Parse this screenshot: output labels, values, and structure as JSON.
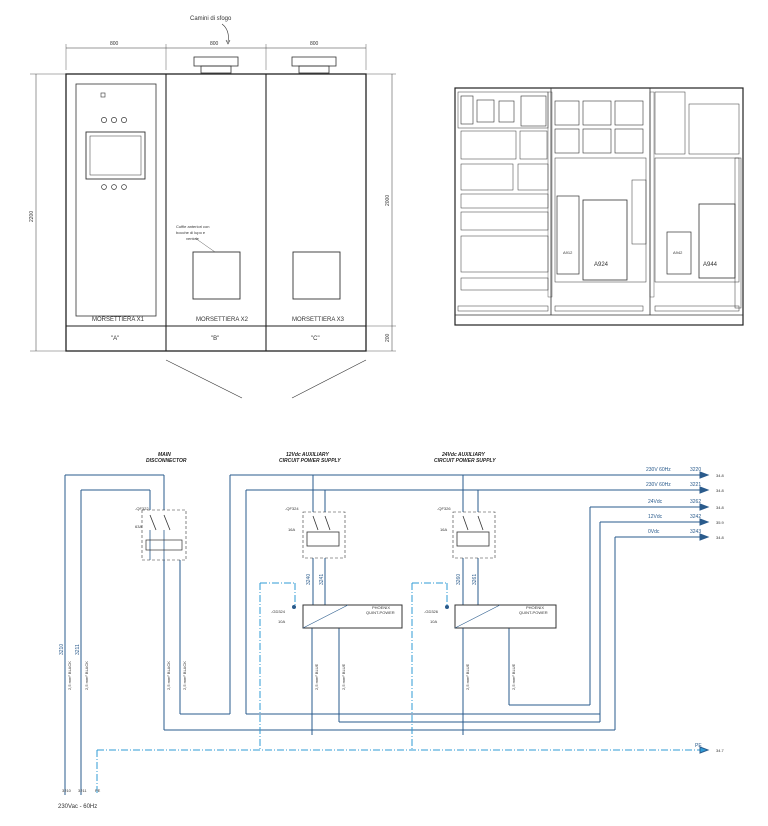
{
  "cabinet": {
    "note_top": "Camini di sfogo",
    "widths": [
      "800",
      "800",
      "800"
    ],
    "height_left": "2200",
    "height_right": "2000",
    "height_base": "200",
    "panels": [
      {
        "name": "MORSETTIERA X1",
        "id": "\"A\""
      },
      {
        "name": "MORSETTIERA X2",
        "id": "\"B\""
      },
      {
        "name": "MORSETTIERA X3",
        "id": "\"C\""
      }
    ],
    "note_mid": [
      "Cuffie anteriori con",
      "bocche di lupo e",
      "ventole"
    ]
  },
  "layout_panel": {
    "drive_labels": [
      "A912",
      "A924",
      "A942",
      "A944"
    ]
  },
  "schematic": {
    "titles": {
      "main": [
        "MAIN",
        "DISCONNECTOR"
      ],
      "aux12": [
        "12Vdc AUXILIARY",
        "CIRCUIT POWER SUPPLY"
      ],
      "aux24": [
        "24Vdc AUXILIARY",
        "CIRCUIT POWER SUPPLY"
      ]
    },
    "devices": {
      "qf322": "-QF322",
      "qf324": "-QF324",
      "qf326": "-QF326",
      "gd324": "-GD324",
      "gd326": "-GD326",
      "rating_63": "63A",
      "rating_16": "16A",
      "rating_10": "10A",
      "psu_brand": "PHOENIX",
      "psu_model": "QUINT-POWER"
    },
    "outputs": [
      {
        "text": "230V 60Hz",
        "num": "3220",
        "ref": "34.8"
      },
      {
        "text": "230V 60Hz",
        "num": "3221",
        "ref": "34.8"
      },
      {
        "text": "24Vdc",
        "num": "3262",
        "ref": "34.8"
      },
      {
        "text": "12Vdc",
        "num": "3242",
        "ref": "35.9"
      },
      {
        "text": "0Vdc",
        "num": "3243",
        "ref": "34.8"
      },
      {
        "text": "PE",
        "num": "",
        "ref": "34.7"
      }
    ],
    "wire_numbers": [
      "3210",
      "3211",
      "3240",
      "3241",
      "3260",
      "3261"
    ],
    "cable_labels": {
      "black": "2,5 mm² BLACK",
      "blue": "2,5 mm² BLUE"
    },
    "supply": {
      "terms": [
        "3210",
        "3211",
        "PE"
      ],
      "label": "230Vac - 60Hz"
    }
  }
}
